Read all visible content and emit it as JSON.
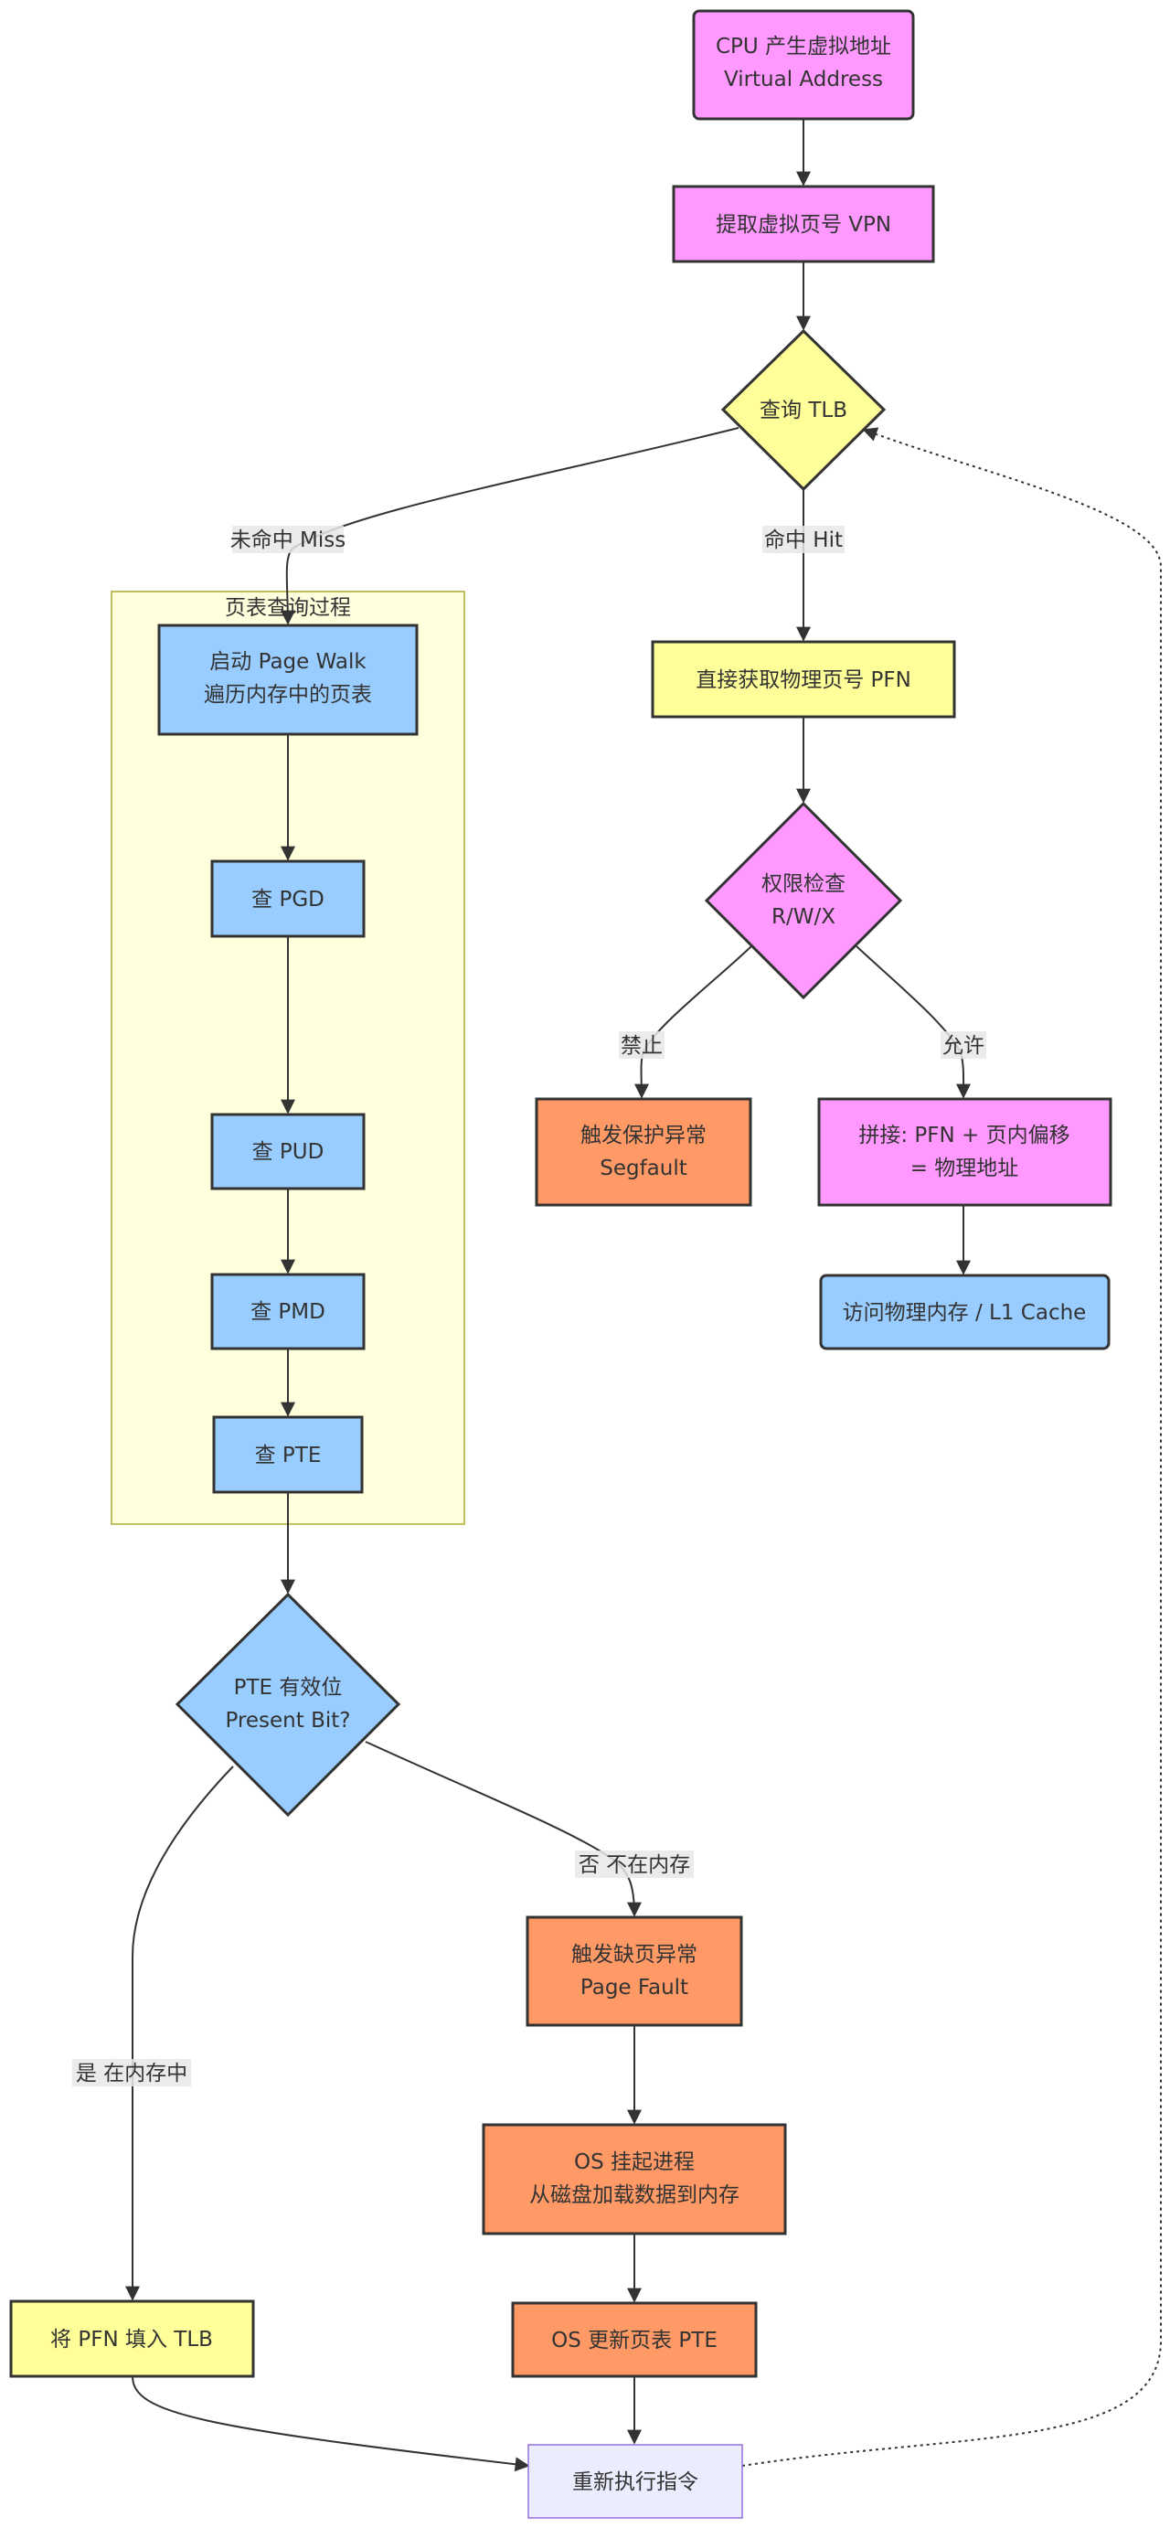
{
  "colors": {
    "pink": "#ff99ff",
    "yellow": "#ffff99",
    "blue": "#99ccff",
    "orange": "#ff9966",
    "lavender": "#ececff",
    "cluster_fill": "#ffffde",
    "cluster_border": "#aaaa33",
    "stroke": "#333333"
  },
  "cluster": {
    "title": "页表查询过程"
  },
  "nodes": {
    "cpu": [
      "CPU 产生虚拟地址",
      "Virtual Address"
    ],
    "vpn": [
      "提取虚拟页号 VPN"
    ],
    "tlb": [
      "查询 TLB"
    ],
    "pfn_direct": [
      "直接获取物理页号 PFN"
    ],
    "perm": [
      "权限检查",
      "R/W/X"
    ],
    "segfault": [
      "触发保护异常",
      "Segfault"
    ],
    "concat": [
      "拼接: PFN + 页内偏移",
      "= 物理地址"
    ],
    "access": [
      "访问物理内存 / L1 Cache"
    ],
    "walk": [
      "启动 Page Walk",
      "遍历内存中的页表"
    ],
    "pgd": [
      "查 PGD"
    ],
    "pud": [
      "查 PUD"
    ],
    "pmd": [
      "查 PMD"
    ],
    "pte": [
      "查 PTE"
    ],
    "present": [
      "PTE 有效位",
      "Present Bit?"
    ],
    "fill_tlb": [
      "将 PFN 填入 TLB"
    ],
    "pagefault": [
      "触发缺页异常",
      "Page Fault"
    ],
    "os_load": [
      "OS 挂起进程",
      "从磁盘加载数据到内存"
    ],
    "os_update": [
      "OS 更新页表 PTE"
    ],
    "reexec": [
      "重新执行指令"
    ]
  },
  "edge_labels": {
    "miss": "未命中 Miss",
    "hit": "命中 Hit",
    "deny": "禁止",
    "allow": "允许",
    "yes": "是 在内存中",
    "no": "否 不在内存"
  }
}
